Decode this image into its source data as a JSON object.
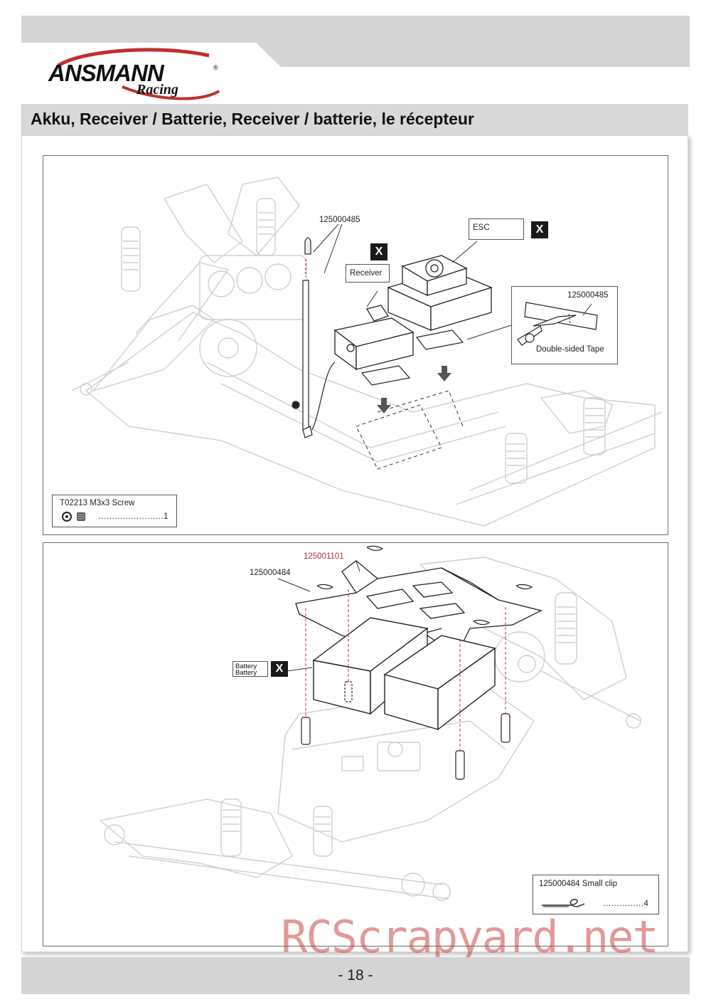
{
  "brand": {
    "name": "ANSMANN",
    "sub": "RACING",
    "registered": "®"
  },
  "section": {
    "title": "Akku, Receiver / Batterie, Receiver / batterie, le récepteur"
  },
  "step_top": {
    "callouts": {
      "antenna_part": "125000485",
      "esc": "ESC",
      "receiver": "Receiver",
      "tape_part": "125000485",
      "tape_label": "Double-sided Tape",
      "remove_mark": "X"
    },
    "parts_box": {
      "title": "T02213  M3x3 Screw",
      "qty": "……………………1"
    }
  },
  "step_bottom": {
    "callouts": {
      "plate_part": "125001101",
      "clip_part": "125000484",
      "battery_1": "Battery",
      "battery_2": "Battery",
      "remove_mark": "X"
    },
    "parts_box": {
      "title": "125000484  Small clip",
      "qty": "……………4"
    }
  },
  "footer": {
    "page": "- 18 -"
  },
  "watermark": "RCScrapyard.net",
  "colors": {
    "band": "#d4d4d4",
    "accent_red": "#c0302c",
    "title_bg": "#d9d9d9"
  }
}
